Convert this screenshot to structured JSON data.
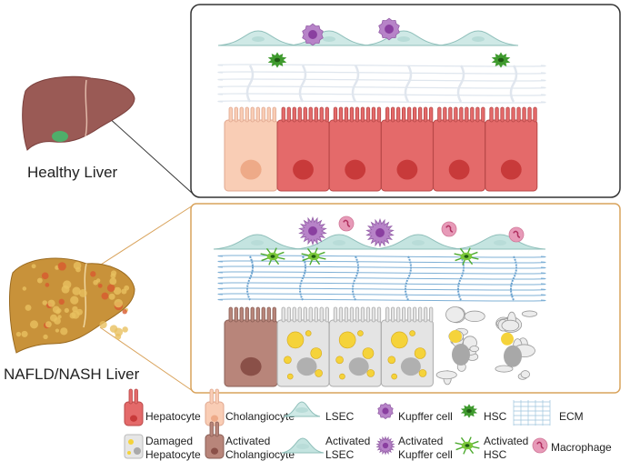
{
  "panels": {
    "healthy": {
      "label": "Healthy Liver",
      "border_color": "#333333"
    },
    "nafld": {
      "label": "NAFLD/NASH Liver",
      "border_color": "#d9a35c"
    }
  },
  "colors": {
    "hepatocyte": "#e46a6a",
    "cholangiocyte": "#f9cdb5",
    "activated_cholangiocyte": "#b8857a",
    "damaged_hepatocyte": "#e4e4e4",
    "lsec": "#cfe9e6",
    "kupffer": "#b783c8",
    "hsc": "#3f9a2e",
    "ecm": "#9cc3dd",
    "macrophage": "#e79ab8",
    "lipid": "#f5d33a"
  },
  "legend": {
    "row1": [
      {
        "icon": "hepatocyte-icon",
        "label": "Hepatocyte"
      },
      {
        "icon": "cholangiocyte-icon",
        "label": "Cholangiocyte"
      },
      {
        "icon": "lsec-icon",
        "label": "LSEC"
      },
      {
        "icon": "kupffer-cell-icon",
        "label": "Kupffer cell"
      },
      {
        "icon": "hsc-icon",
        "label": "HSC"
      },
      {
        "icon": "ecm-icon",
        "label": "ECM"
      }
    ],
    "row2": [
      {
        "icon": "damaged-hepatocyte-icon",
        "label1": "Damaged",
        "label2": "Hepatocyte"
      },
      {
        "icon": "activated-cholangiocyte-icon",
        "label1": "Activated",
        "label2": "Cholangiocyte"
      },
      {
        "icon": "activated-lsec-icon",
        "label1": "Activated",
        "label2": "LSEC"
      },
      {
        "icon": "activated-kupffer-cell-icon",
        "label1": "Activated",
        "label2": "Kupffer cell"
      },
      {
        "icon": "activated-hsc-icon",
        "label1": "Activated",
        "label2": "HSC"
      },
      {
        "icon": "macrophage-icon",
        "label1": "Macrophage",
        "label2": ""
      }
    ]
  }
}
